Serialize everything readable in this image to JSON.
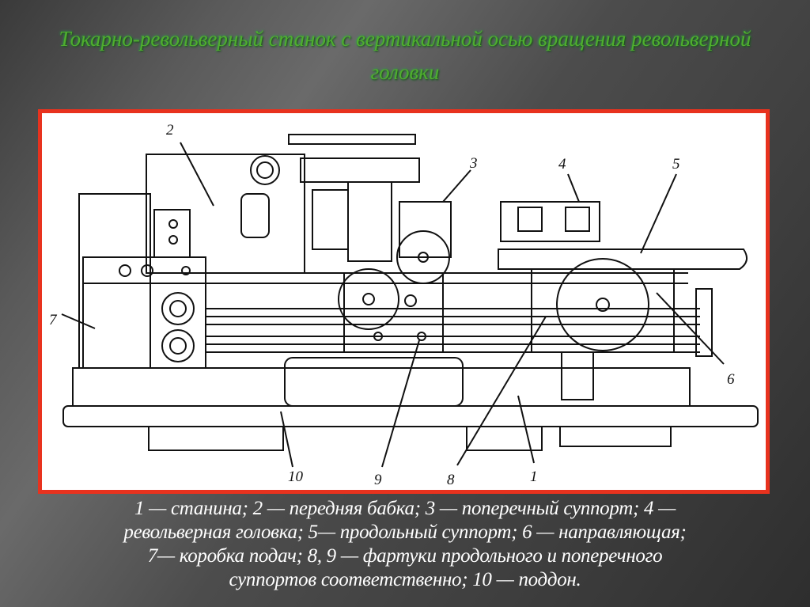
{
  "slide": {
    "title": "Токарно-револьверный станок с вертикальной осью вращения револьверной головки",
    "caption_lines": [
      "1 — станина; 2 — передняя бабка; 3 — поперечный суппорт; 4 —",
      "револьверная головка; 5— продольный суппорт; 6 — направляющая;",
      "7— коробка подач; 8, 9 — фартуки продольного и поперечного",
      "суппортов соответственно; 10 — поддон."
    ]
  },
  "diagram": {
    "frame_color": "#e8321e",
    "labels": [
      "1",
      "2",
      "3",
      "4",
      "5",
      "6",
      "7",
      "8",
      "9",
      "10"
    ]
  }
}
